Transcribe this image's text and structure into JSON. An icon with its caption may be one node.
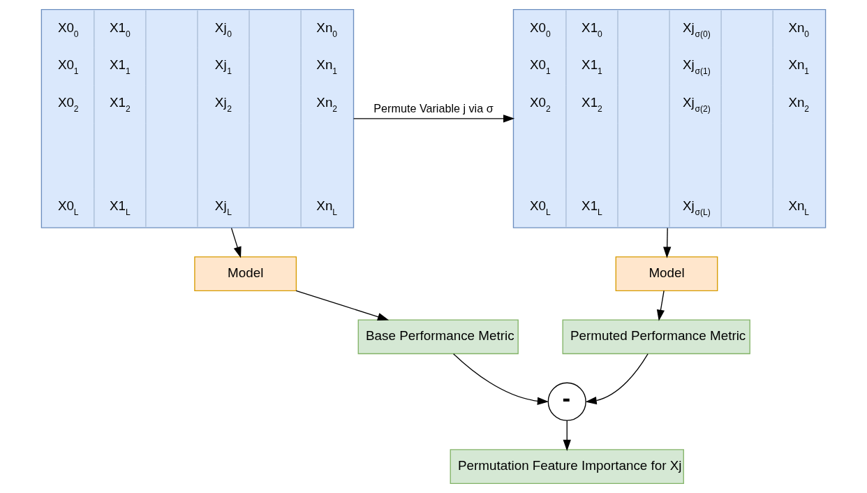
{
  "diagram": {
    "nodes": [
      {
        "text": [
          "X0$_{0}$",
          "X1$_{0}$",
          "Xj$_{0}$",
          "Xn$_{0}$",
          "X0$_{1}$",
          "X1$_{1}$",
          "Xj$_{1}$",
          "Xn$_{1}$",
          "X0$_{2}$",
          "X1$_{2}$",
          "Xj$_{2}$",
          "Xn$_{2}$",
          "X0$_{L}$",
          "X1$_{L}$",
          "Xj$_{L}$",
          "Xn$_{L}$"
        ]
      },
      {
        "text": [
          "X0$_{0}$",
          "X1$_{0}$",
          "Xj$_{σ(0)}$",
          "Xn$_{0}$",
          "X0$_{1}$",
          "X1$_{1}$",
          "Xj$_{σ(1)}$",
          "Xn$_{1}$",
          "X0$_{2}$",
          "X1$_{2}$",
          "Xj$_{σ(2)}$",
          "Xn$_{2}$",
          "X0$_{L}$",
          "X1$_{L}$",
          "Xj$_{σ(L)}$",
          "Xn$_{L}$"
        ]
      },
      {
        "text": [
          "Model"
        ]
      },
      {
        "text": [
          "Model"
        ]
      },
      {
        "text": [
          "Base Performance Metric"
        ]
      },
      {
        "text": [
          "-"
        ]
      },
      {
        "text": [
          "Permuted Performance Metric"
        ]
      },
      {
        "text": [
          "Permutation Feature Importance for Xj"
        ]
      }
    ],
    "edges": [
      {
        "from": 0,
        "to": 1,
        "arrow": "to",
        "label": "Permute Variable j via σ"
      },
      {
        "from": 0,
        "to": 2,
        "arrow": "to"
      },
      {
        "from": 1,
        "to": 3,
        "arrow": "to"
      },
      {
        "from": 2,
        "to": 4,
        "arrow": "to"
      },
      {
        "from": 3,
        "to": 6,
        "arrow": "to"
      },
      {
        "from": 4,
        "to": 5,
        "arrow": "to"
      },
      {
        "from": 6,
        "to": 5,
        "arrow": "to"
      },
      {
        "from": 5,
        "to": 7,
        "arrow": "to"
      }
    ]
  }
}
